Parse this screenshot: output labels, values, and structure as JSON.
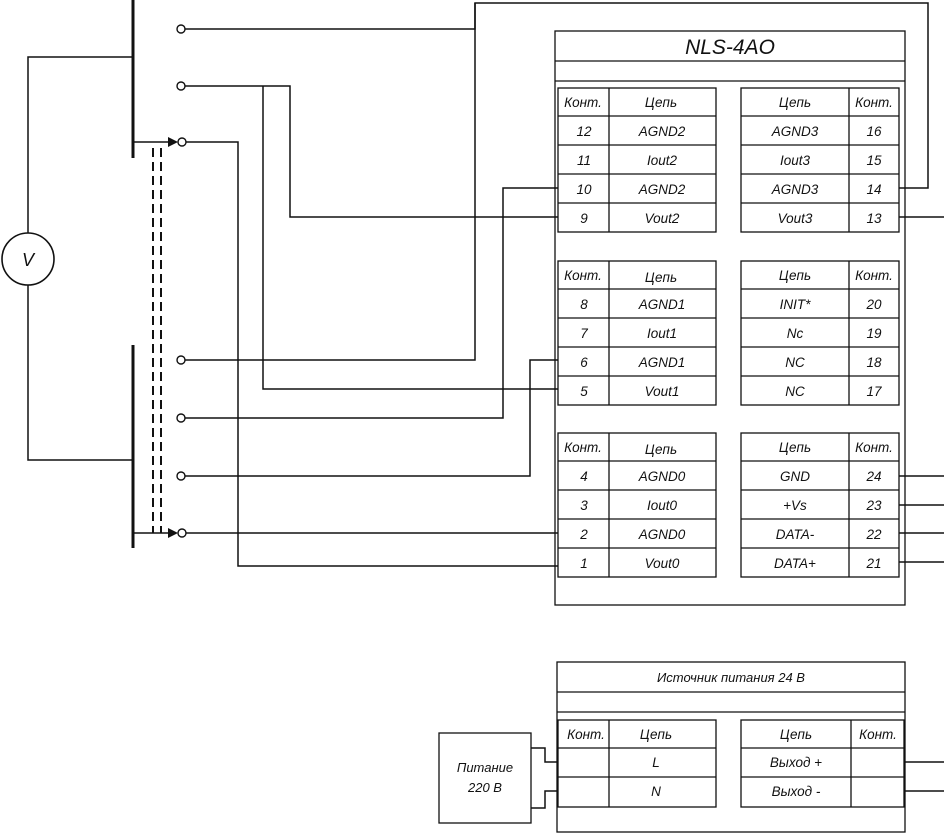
{
  "module": {
    "title": "NLS-4AO",
    "blocks": [
      {
        "header": {
          "kont": "Конт.",
          "cep": "Цепь"
        },
        "left": [
          {
            "kont": "12",
            "cep": "AGND2"
          },
          {
            "kont": "11",
            "cep": "Iout2"
          },
          {
            "kont": "10",
            "cep": "AGND2"
          },
          {
            "kont": "9",
            "cep": "Vout2"
          }
        ],
        "right": [
          {
            "cep": "AGND3",
            "kont": "16"
          },
          {
            "cep": "Iout3",
            "kont": "15"
          },
          {
            "cep": "AGND3",
            "kont": "14"
          },
          {
            "cep": "Vout3",
            "kont": "13"
          }
        ]
      },
      {
        "header": {
          "kont": "Конт.",
          "cep": "Цепь"
        },
        "left": [
          {
            "kont": "8",
            "cep": "AGND1"
          },
          {
            "kont": "7",
            "cep": "Iout1"
          },
          {
            "kont": "6",
            "cep": "AGND1"
          },
          {
            "kont": "5",
            "cep": "Vout1"
          }
        ],
        "right": [
          {
            "cep": "INIT*",
            "kont": "20"
          },
          {
            "cep": "Nc",
            "kont": "19"
          },
          {
            "cep": "NC",
            "kont": "18"
          },
          {
            "cep": "NC",
            "kont": "17"
          }
        ]
      },
      {
        "header": {
          "kont": "Конт.",
          "cep": "Цепь"
        },
        "left": [
          {
            "kont": "4",
            "cep": "AGND0"
          },
          {
            "kont": "3",
            "cep": "Iout0"
          },
          {
            "kont": "2",
            "cep": "AGND0"
          },
          {
            "kont": "1",
            "cep": "Vout0"
          }
        ],
        "right": [
          {
            "cep": "GND",
            "kont": "24"
          },
          {
            "cep": "+Vs",
            "kont": "23"
          },
          {
            "cep": "DATA-",
            "kont": "22"
          },
          {
            "cep": "DATA+",
            "kont": "21"
          }
        ]
      }
    ]
  },
  "power_supply": {
    "title": "Источник питания 24 В",
    "header": {
      "kont": "Конт.",
      "cep": "Цепь"
    },
    "left": [
      {
        "kont": "",
        "cep": "L"
      },
      {
        "kont": "",
        "cep": "N"
      }
    ],
    "right": [
      {
        "cep": "Выход +",
        "kont": ""
      },
      {
        "cep": "Выход -",
        "kont": ""
      }
    ]
  },
  "mains": {
    "line1": "Питание",
    "line2": "220 В"
  },
  "voltmeter": {
    "label": "V"
  }
}
